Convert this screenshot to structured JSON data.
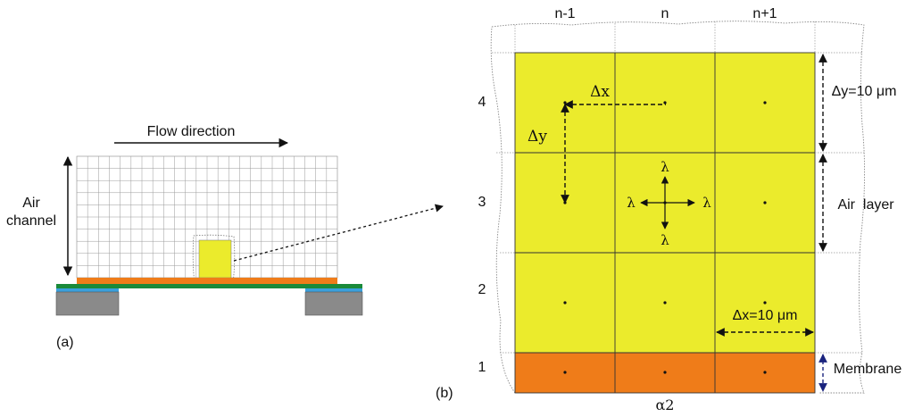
{
  "panel_a": {
    "label": "(a)",
    "flow_label": "Flow direction",
    "air_label_line1": "Air",
    "air_label_line2": "channel"
  },
  "panel_b": {
    "label": "(b)",
    "col_labels": [
      "n-1",
      "n",
      "n+1"
    ],
    "row_labels": [
      "4",
      "3",
      "2",
      "1"
    ],
    "dx_label": "Δx",
    "dy_label": "Δy",
    "lambda": "λ",
    "dy_dim": "Δy=10 μm",
    "dx_dim": "Δx=10 μm",
    "air_layer": "Air  layer",
    "membrane": "Membrane",
    "bottom": "α2"
  },
  "colors": {
    "yellow": "#ebeb2c",
    "orange": "#ef7c19",
    "green": "#1a8a3a",
    "blue": "#3aa0dc",
    "gray": "#8a8a8a"
  }
}
